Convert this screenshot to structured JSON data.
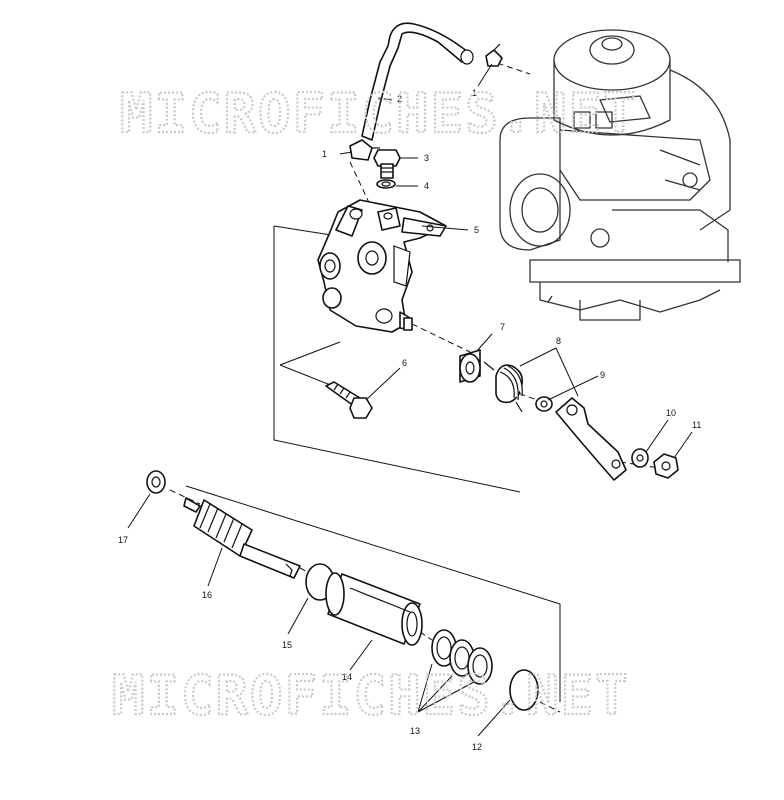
{
  "watermark": {
    "top": "MICROFICHES.NET",
    "bottom": "MICROFICHES.NET"
  },
  "callouts": [
    {
      "id": "c1a",
      "label": "1"
    },
    {
      "id": "c2",
      "label": "2"
    },
    {
      "id": "c1b",
      "label": "1"
    },
    {
      "id": "c3",
      "label": "3"
    },
    {
      "id": "c4",
      "label": "4"
    },
    {
      "id": "c5",
      "label": "5"
    },
    {
      "id": "c6",
      "label": "6"
    },
    {
      "id": "c7",
      "label": "7"
    },
    {
      "id": "c8",
      "label": "8"
    },
    {
      "id": "c9",
      "label": "9"
    },
    {
      "id": "c10",
      "label": "10"
    },
    {
      "id": "c11",
      "label": "11"
    },
    {
      "id": "c12",
      "label": "12"
    },
    {
      "id": "c13",
      "label": "13"
    },
    {
      "id": "c14",
      "label": "14"
    },
    {
      "id": "c15",
      "label": "15"
    },
    {
      "id": "c16",
      "label": "16"
    },
    {
      "id": "c17",
      "label": "17"
    }
  ]
}
